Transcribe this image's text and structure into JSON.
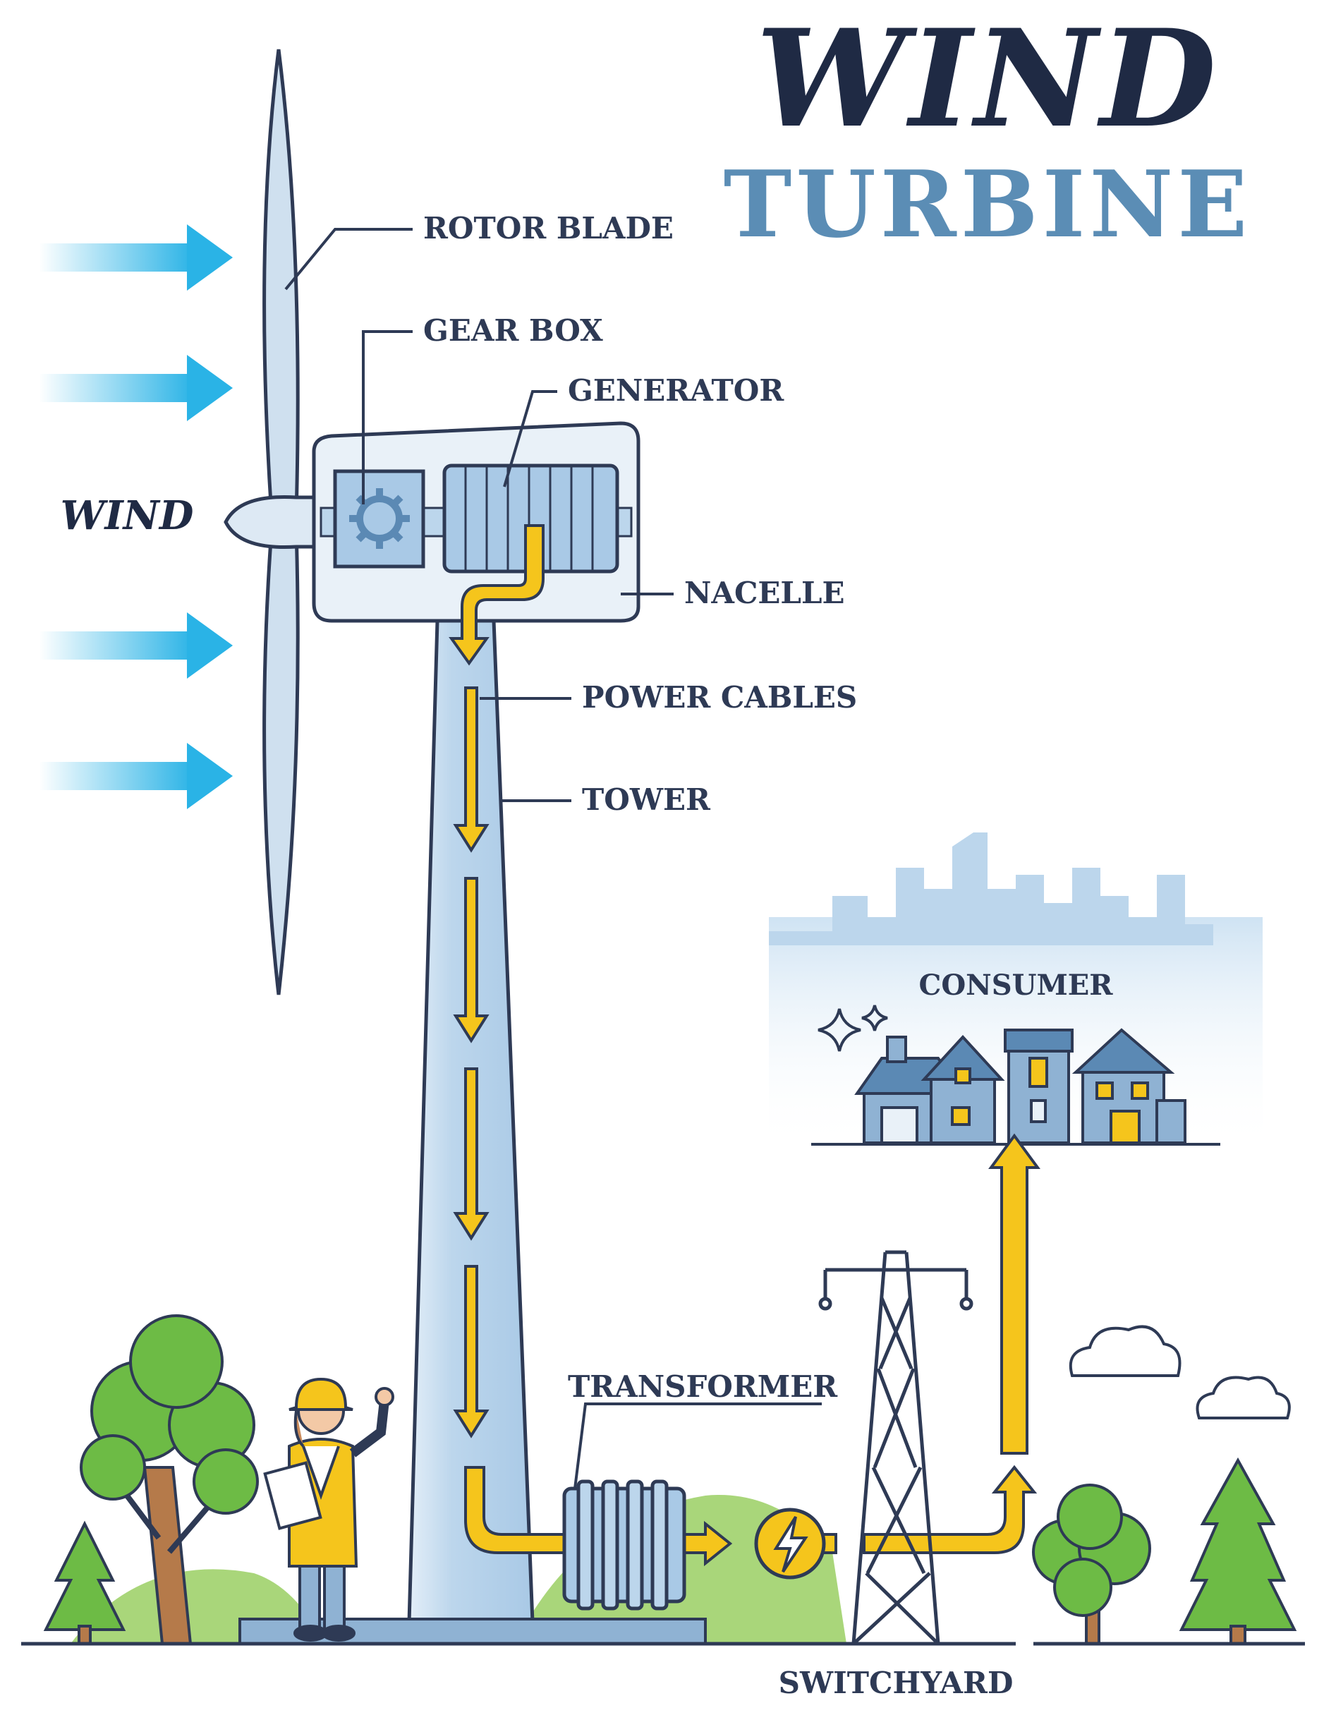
{
  "title": {
    "line1": "WIND",
    "line2": "TURBINE"
  },
  "labels": {
    "wind": "WIND",
    "rotor_blade": "ROTOR BLADE",
    "gear_box": "GEAR BOX",
    "generator": "GENERATOR",
    "nacelle": "NACELLE",
    "power_cables": "POWER CABLES",
    "tower": "TOWER",
    "consumer": "CONSUMER",
    "transformer": "TRANSFORMER",
    "switchyard": "SWITCHYARD"
  },
  "colors": {
    "title_dark": "#1f2a44",
    "title_light": "#5b8db5",
    "outline": "#2e3a55",
    "tower_fill": "#bcd6ec",
    "nacelle_fill": "#e9f1f8",
    "power_flow": "#f5c51c",
    "wind_arrow": "#2ab3e6",
    "skyline": "#bcd6ec",
    "house": "#6f98bf",
    "tree": "#6dbb45",
    "hill": "#a9d67a",
    "trunk": "#b57a4a"
  },
  "icons": [
    "gear-icon",
    "lightning-icon",
    "wind-arrow-icon",
    "tree-icon",
    "cloud-icon",
    "sparkle-icon",
    "worker-icon",
    "house-icon"
  ]
}
